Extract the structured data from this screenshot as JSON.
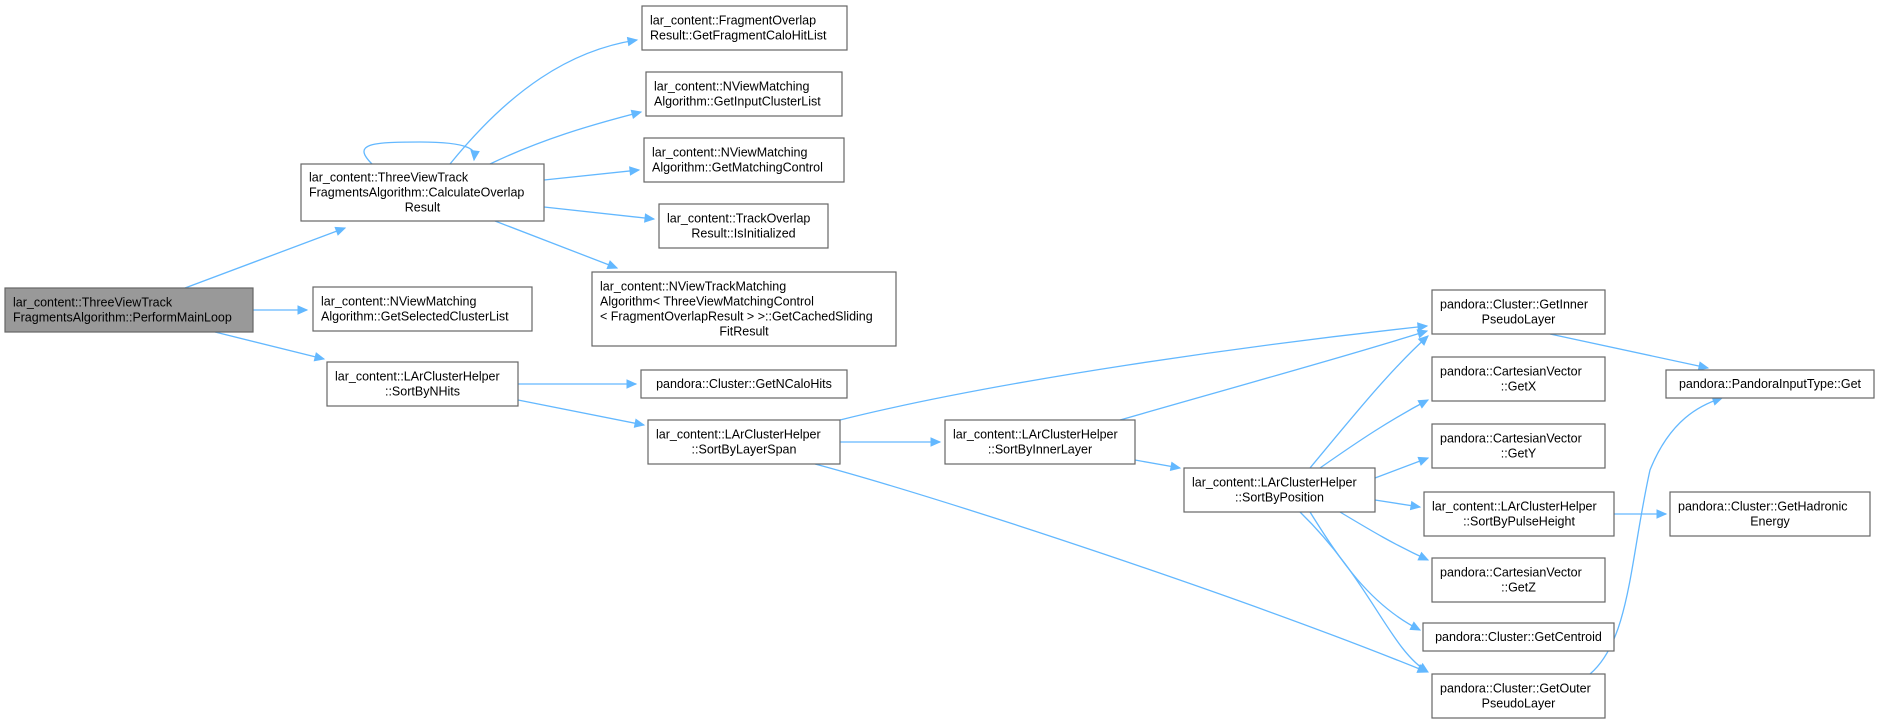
{
  "colors": {
    "edge": "#63b8ff",
    "node_border": "#666666",
    "root_fill": "#999999",
    "node_fill": "#ffffff"
  },
  "nodes": {
    "perform": [
      "lar_content::ThreeViewTrack",
      "FragmentsAlgorithm::PerformMainLoop"
    ],
    "calc": [
      "lar_content::ThreeViewTrack",
      "FragmentsAlgorithm::CalculateOverlap",
      "Result"
    ],
    "getsel": [
      "lar_content::NViewMatching",
      "Algorithm::GetSelectedClusterList"
    ],
    "sortnhits": [
      "lar_content::LArClusterHelper",
      "::SortByNHits"
    ],
    "fragcalo": [
      "lar_content::FragmentOverlap",
      "Result::GetFragmentCaloHitList"
    ],
    "getinput": [
      "lar_content::NViewMatching",
      "Algorithm::GetInputClusterList"
    ],
    "getmatch": [
      "lar_content::NViewMatching",
      "Algorithm::GetMatchingControl"
    ],
    "isinit": [
      "lar_content::TrackOverlap",
      "Result::IsInitialized"
    ],
    "cached": [
      "lar_content::NViewTrackMatching",
      "Algorithm< ThreeViewMatchingControl",
      "< FragmentOverlapResult > >::GetCachedSliding",
      "FitResult"
    ],
    "getncalo": [
      "pandora::Cluster::GetNCaloHits"
    ],
    "layerspan": [
      "lar_content::LArClusterHelper",
      "::SortByLayerSpan"
    ],
    "innerlayer": [
      "lar_content::LArClusterHelper",
      "::SortByInnerLayer"
    ],
    "position": [
      "lar_content::LArClusterHelper",
      "::SortByPosition"
    ],
    "getinner": [
      "pandora::Cluster::GetInner",
      "PseudoLayer"
    ],
    "getx": [
      "pandora::CartesianVector",
      "::GetX"
    ],
    "gety": [
      "pandora::CartesianVector",
      "::GetY"
    ],
    "pulse": [
      "lar_content::LArClusterHelper",
      "::SortByPulseHeight"
    ],
    "getz": [
      "pandora::CartesianVector",
      "::GetZ"
    ],
    "centroid": [
      "pandora::Cluster::GetCentroid"
    ],
    "getouter": [
      "pandora::Cluster::GetOuter",
      "PseudoLayer"
    ],
    "pget": [
      "pandora::PandoraInputType::Get"
    ],
    "hadronic": [
      "pandora::Cluster::GetHadronic",
      "Energy"
    ]
  }
}
